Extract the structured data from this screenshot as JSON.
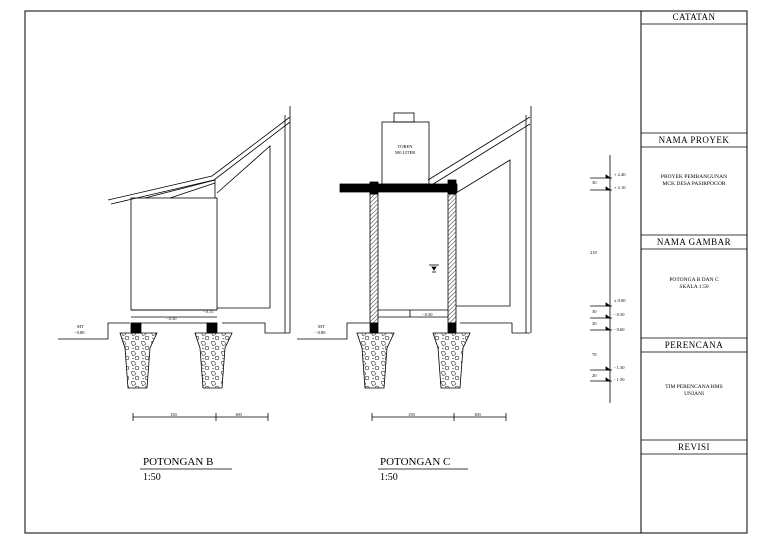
{
  "titleblock": {
    "catatan": "CATATAN",
    "nama_proyek": "NAMA PROYEK",
    "proyek_line1": "PROYEK PEMBANGUNAN",
    "proyek_line2": "MCK DESA PASIRPOGOR",
    "nama_gambar": "NAMA GAMBAR",
    "gambar_line1": "POTONGA B DAN C",
    "gambar_line2": "SKALA 1:50",
    "perencana": "PERENCANA",
    "perencana_line1": "TIM PERENCANA HMS",
    "perencana_line2": "UNJANI",
    "revisi": "REVISI"
  },
  "section_b": {
    "title": "POTONGAN B",
    "scale": "1:50",
    "mt_label": "MT",
    "mt_value": "- 0.80",
    "elev_1": "- 0.15",
    "elev_2": "- 0.30",
    "dim_1": "150",
    "dim_2": "100"
  },
  "section_c": {
    "title": "POTONGAN C",
    "scale": "1:50",
    "mt_label": "MT",
    "mt_value": "- 0.80",
    "tank_line1": "TOREN",
    "tank_line2": "500 LITER",
    "elev_1": "- 0.30",
    "dim_1": "150",
    "dim_2": "100"
  },
  "elevation_scale": {
    "levels": [
      "+ 2.40",
      "+ 2.10",
      "± 0.00",
      "- 0.30",
      "- 0.60",
      "- 1.30",
      "- 1.50"
    ],
    "dims": [
      "30",
      "210",
      "30",
      "30",
      "70",
      "20"
    ]
  }
}
